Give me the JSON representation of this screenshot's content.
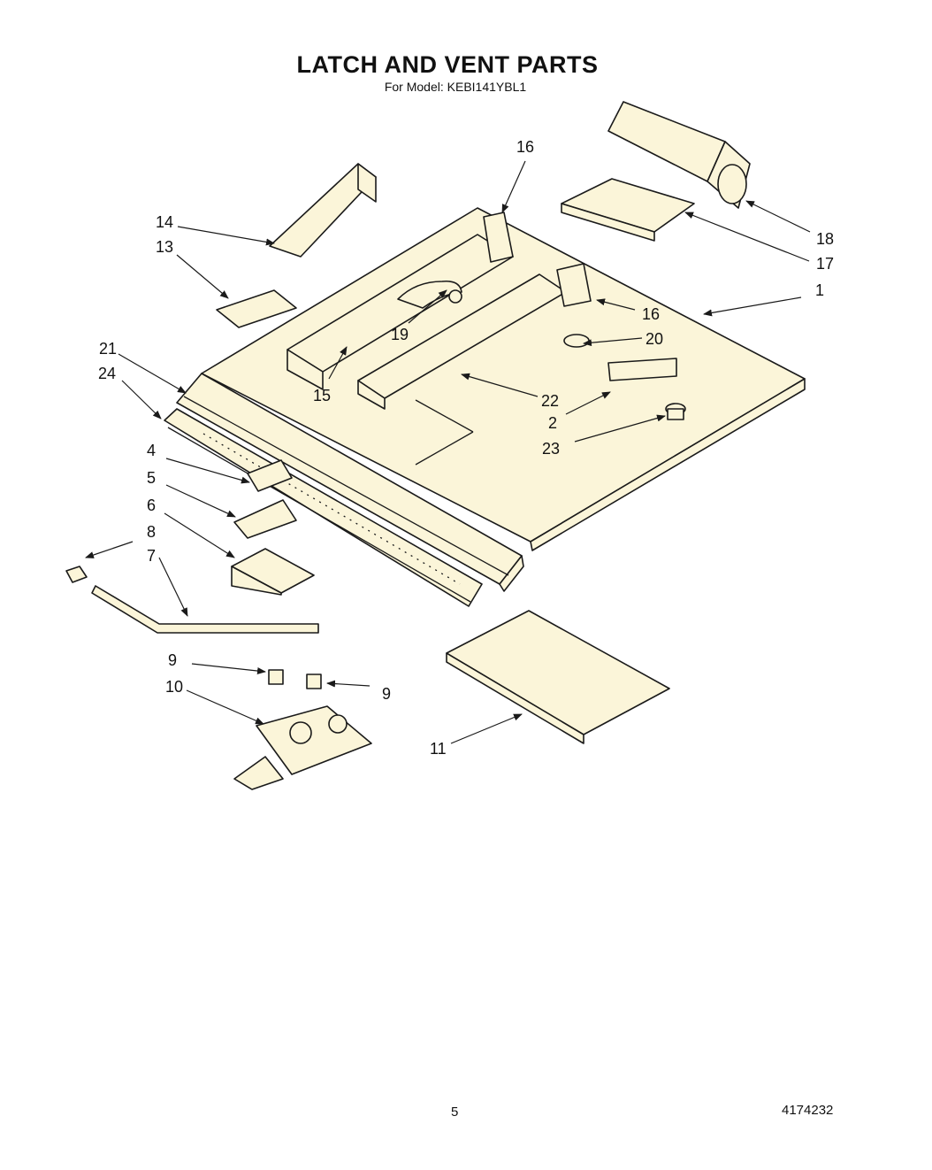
{
  "header": {
    "title": "LATCH AND VENT PARTS",
    "subtitle": "For Model: KEBI141YBL1"
  },
  "footer": {
    "page_number": "5",
    "document_number": "4174232"
  },
  "callouts": {
    "c1": "1",
    "c2": "2",
    "c4": "4",
    "c5": "5",
    "c6": "6",
    "c7": "7",
    "c8": "8",
    "c9a": "9",
    "c9b": "9",
    "c10": "10",
    "c11": "11",
    "c13": "13",
    "c14": "14",
    "c15": "15",
    "c16a": "16",
    "c16b": "16",
    "c17": "17",
    "c18": "18",
    "c19": "19",
    "c20": "20",
    "c21": "21",
    "c22": "22",
    "c23": "23",
    "c24": "24"
  },
  "colors": {
    "part_fill": "#fbf5d9",
    "line": "#1a1a1a"
  }
}
